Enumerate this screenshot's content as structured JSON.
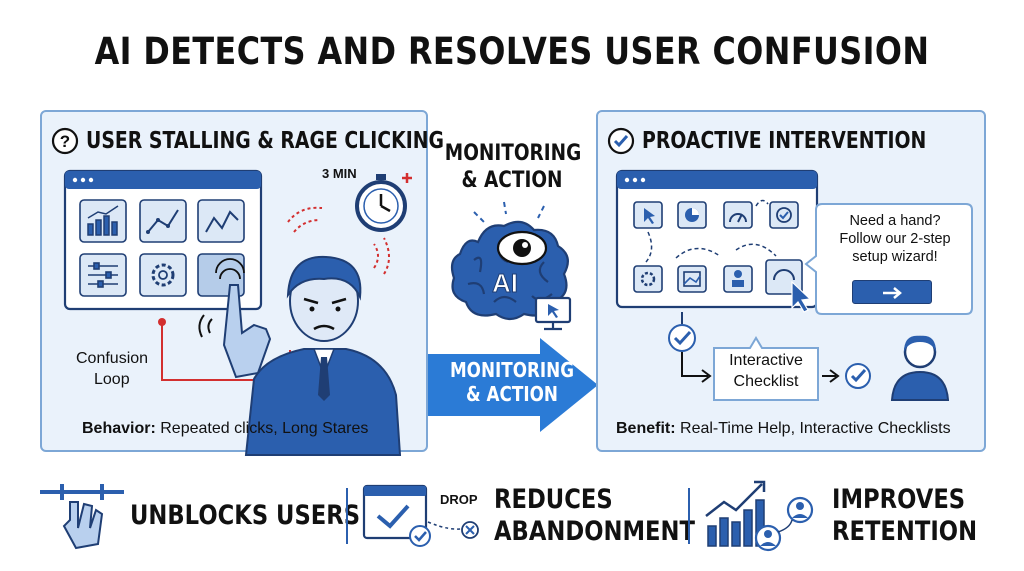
{
  "title": "AI DETECTS AND RESOLVES USER CONFUSION",
  "left_panel": {
    "heading_icon": "question-circle-icon",
    "heading": "USER STALLING & RAGE CLICKING",
    "timer_label": "3 MIN",
    "loop_label_line1": "Confusion",
    "loop_label_line2": "Loop",
    "caption_label": "Behavior:",
    "caption_text": "Repeated clicks, Long Stares"
  },
  "center": {
    "label_line1": "MONITORING",
    "label_line2": "& ACTION",
    "brain_text": "AI",
    "arrow_line1": "MONITORING",
    "arrow_line2": "& ACTION"
  },
  "right_panel": {
    "heading_icon": "check-circle-icon",
    "heading": "PROACTIVE INTERVENTION",
    "bubble_line1": "Need a hand?",
    "bubble_line2": "Follow our 2-step",
    "bubble_line3": "setup wizard!",
    "checklist_line1": "Interactive",
    "checklist_line2": "Checklist",
    "caption_label": "Benefit:",
    "caption_text": "Real-Time Help, Interactive Checklists"
  },
  "bottom": {
    "item1": "UNBLOCKS USERS",
    "drop_label": "DROP",
    "item2_line1": "REDUCES",
    "item2_line2": "ABANDONMENT",
    "item3_line1": "IMPROVES",
    "item3_line2": "RETENTION"
  },
  "colors": {
    "blue": "#2b5fae",
    "light_blue": "#eaf2fb",
    "accent_red": "#d32f2f"
  }
}
